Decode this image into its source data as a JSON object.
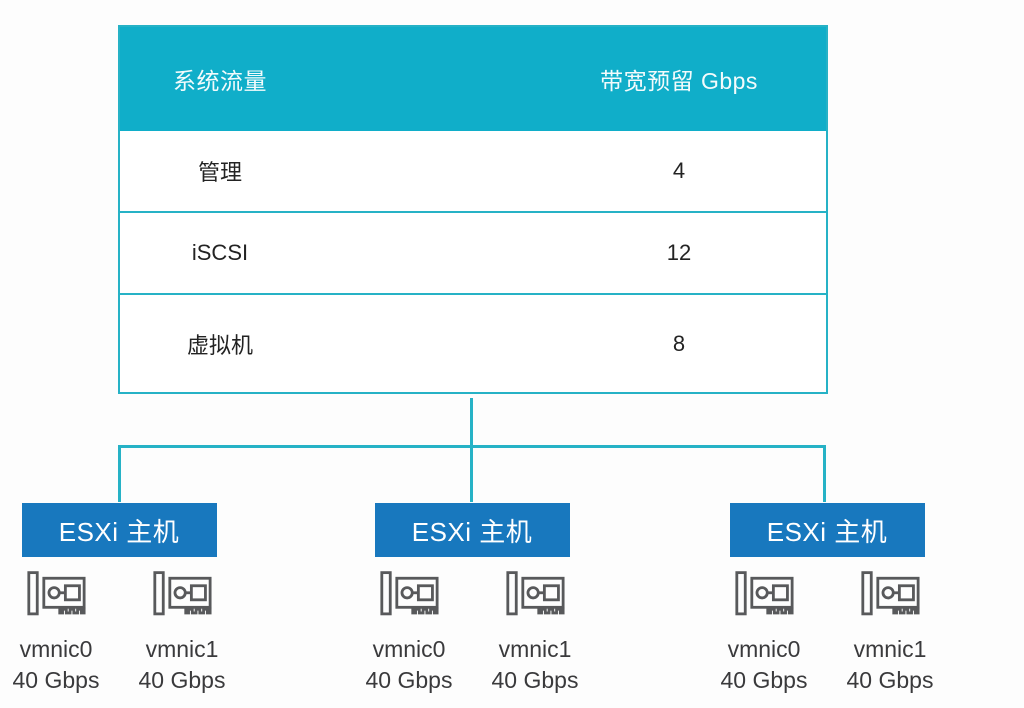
{
  "diagram_title": "ESXi host bandwidth reservation diagram",
  "colors": {
    "teal": "#10aec9",
    "teal-line": "#26b2c6",
    "blue": "#1878be",
    "icon-gray": "#58595b",
    "text-dark": "#232323",
    "nic-text": "#3a3a3c",
    "bg": "#fdfdfd"
  },
  "table": {
    "headers": [
      {
        "label": "系统流量"
      },
      {
        "label": "带宽预留 Gbps"
      }
    ],
    "rows": [
      {
        "traffic": "管理",
        "reservation": "4"
      },
      {
        "traffic": "iSCSI",
        "reservation": "12"
      },
      {
        "traffic": "虚拟机",
        "reservation": "8"
      }
    ]
  },
  "hosts": [
    {
      "label": "ESXi 主机",
      "nics": [
        {
          "name": "vmnic0",
          "speed": "40 Gbps"
        },
        {
          "name": "vmnic1",
          "speed": "40 Gbps"
        }
      ]
    },
    {
      "label": "ESXi 主机",
      "nics": [
        {
          "name": "vmnic0",
          "speed": "40 Gbps"
        },
        {
          "name": "vmnic1",
          "speed": "40 Gbps"
        }
      ]
    },
    {
      "label": "ESXi 主机",
      "nics": [
        {
          "name": "vmnic0",
          "speed": "40 Gbps"
        },
        {
          "name": "vmnic1",
          "speed": "40 Gbps"
        }
      ]
    }
  ],
  "icons": {
    "nic": "network-card-icon"
  }
}
